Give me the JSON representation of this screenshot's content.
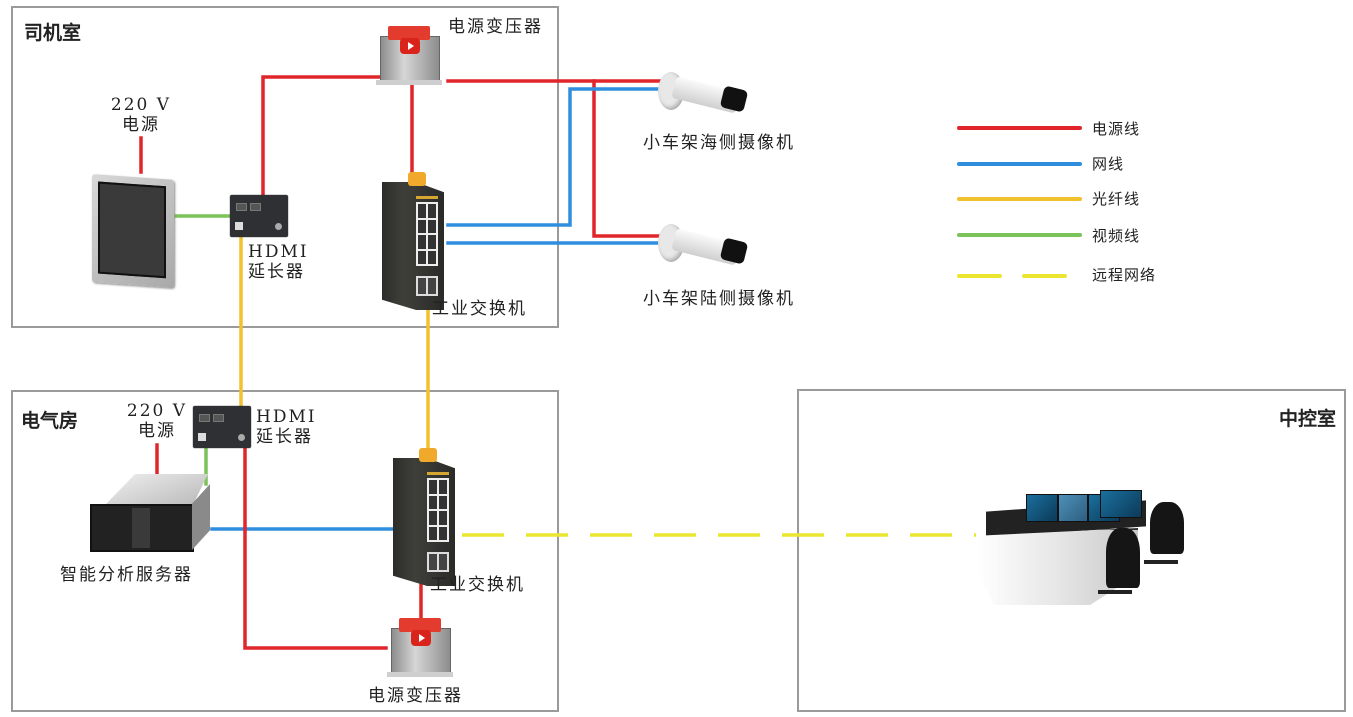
{
  "colors": {
    "power_line": "#e0262a",
    "network_line": "#2f8fde",
    "fiber_line": "#f2c12e",
    "video_line": "#7cc25a",
    "remote_network": "#ede630",
    "room_border": "#9a9a9a"
  },
  "rooms": {
    "driver_room": {
      "title": "司机室"
    },
    "electrical_room": {
      "title": "电气房"
    },
    "control_room": {
      "title": "中控室"
    }
  },
  "driver_room": {
    "power_220v": {
      "voltage": "220 V",
      "label": "电源"
    },
    "transformer": {
      "label": "电源变压器"
    },
    "hdmi_extender": {
      "line1": "HDMI",
      "line2": "延长器"
    },
    "switch": {
      "label": "工业交换机"
    }
  },
  "cameras": [
    {
      "label": "小车架海侧摄像机"
    },
    {
      "label": "小车架陆侧摄像机"
    }
  ],
  "electrical_room": {
    "power_220v": {
      "voltage": "220 V",
      "label": "电源"
    },
    "hdmi_extender": {
      "line1": "HDMI",
      "line2": "延长器"
    },
    "server": {
      "label": "智能分析服务器"
    },
    "switch": {
      "label": "工业交换机"
    },
    "transformer": {
      "label": "电源变压器"
    }
  },
  "legend": [
    {
      "label": "电源线",
      "style": "solid",
      "color": "#e0262a"
    },
    {
      "label": "网线",
      "style": "solid",
      "color": "#2f8fde"
    },
    {
      "label": "光纤线",
      "style": "solid",
      "color": "#f2c12e"
    },
    {
      "label": "视频线",
      "style": "solid",
      "color": "#7cc25a"
    },
    {
      "label": "远程网络",
      "style": "dashed",
      "color": "#ede630"
    }
  ]
}
